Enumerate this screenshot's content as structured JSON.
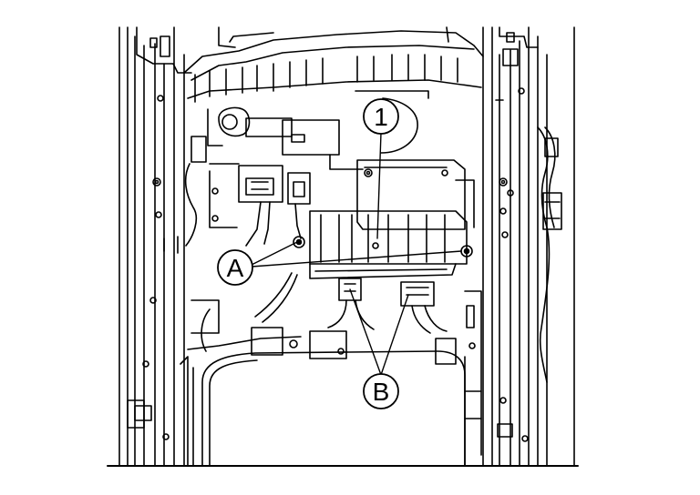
{
  "callouts": {
    "part_1": "1",
    "fastener_a": "A",
    "connector_b": "B"
  },
  "colors": {
    "ink": "#000000",
    "paper": "#ffffff"
  }
}
